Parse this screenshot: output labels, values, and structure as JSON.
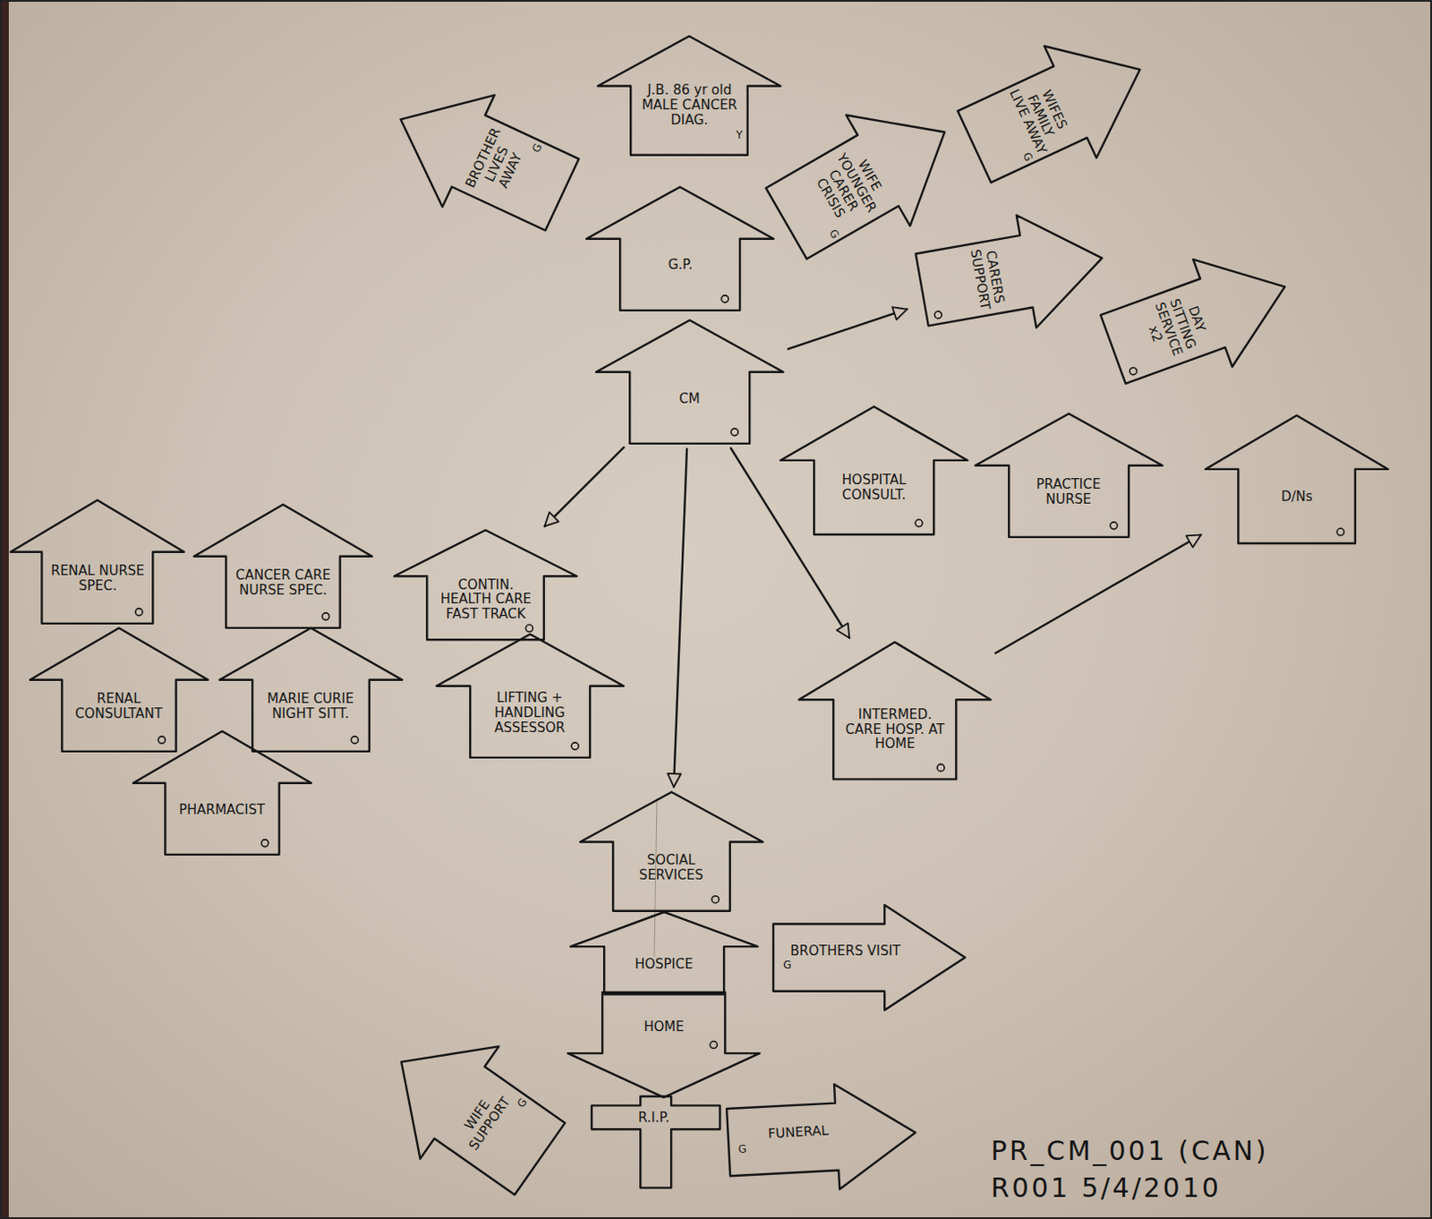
{
  "diagram": {
    "nodes": [
      {
        "text": [
          "BROTHER LIVES AWAY",
          "G"
        ]
      },
      {
        "text": [
          "J.B. 86 yr old MALE CANCER DIAG.",
          "Y"
        ]
      },
      {
        "text": [
          "WIFE YOUNGER CARER CRISIS",
          "G"
        ]
      },
      {
        "text": [
          "WIFES FAMILY LIVE AWAY",
          "G"
        ]
      },
      {
        "text": [
          "G.P."
        ]
      },
      {
        "text": [
          "CARERS SUPPORT"
        ]
      },
      {
        "text": [
          "DAY SITTING SERVICE x2"
        ]
      },
      {
        "text": [
          "CM"
        ]
      },
      {
        "text": [
          "HOSPITAL CONSULT."
        ]
      },
      {
        "text": [
          "PRACTICE NURSE"
        ]
      },
      {
        "text": [
          "D/Ns"
        ]
      },
      {
        "text": [
          "RENAL NURSE SPEC."
        ]
      },
      {
        "text": [
          "CANCER CARE NURSE SPEC."
        ]
      },
      {
        "text": [
          "CONTIN. HEALTH CARE FAST TRACK"
        ]
      },
      {
        "text": [
          "RENAL CONSULTANT"
        ]
      },
      {
        "text": [
          "MARIE CURIE NIGHT SITT."
        ]
      },
      {
        "text": [
          "LIFTING + HANDLING ASSESSOR"
        ]
      },
      {
        "text": [
          "PHARMACIST"
        ]
      },
      {
        "text": [
          "INTERMED. CARE HOSP. AT HOME"
        ]
      },
      {
        "text": [
          "SOCIAL SERVICES"
        ]
      },
      {
        "text": [
          "HOSPICE"
        ]
      },
      {
        "text": [
          "BROTHERS VISIT",
          "G"
        ]
      },
      {
        "text": [
          "HOME"
        ]
      },
      {
        "text": [
          "WIFE SUPPORT",
          "G"
        ]
      },
      {
        "text": [
          "R.I.P."
        ]
      },
      {
        "text": [
          "FUNERAL",
          "G"
        ]
      }
    ],
    "edges": [
      {
        "from": 7,
        "to": 5,
        "arrow": "to"
      },
      {
        "from": 7,
        "to": 13,
        "arrow": "to"
      },
      {
        "from": 7,
        "to": 18,
        "arrow": "to"
      },
      {
        "from": 7,
        "to": 19,
        "arrow": "to"
      },
      {
        "from": 18,
        "to": 10,
        "arrow": "to"
      }
    ],
    "labels": [
      "PR_CM_001 (CAN)",
      "R001 5/4/2010"
    ]
  }
}
